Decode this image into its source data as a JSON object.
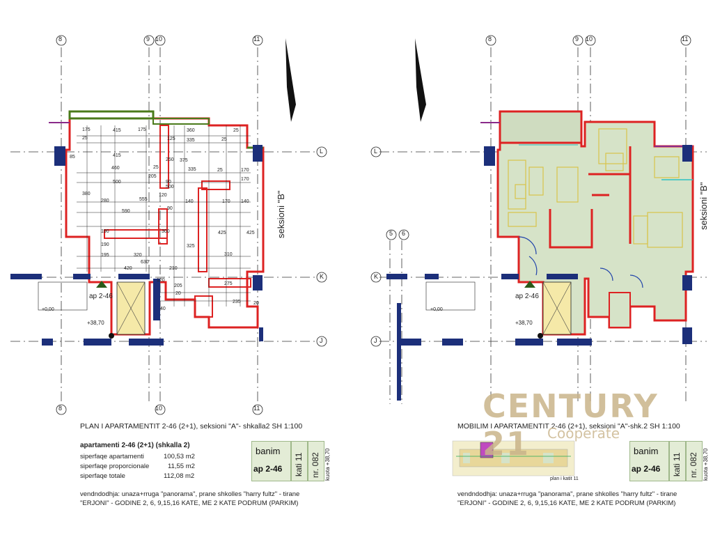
{
  "grid_labels": {
    "c8": "8",
    "c9": "9",
    "c10": "10",
    "c11": "11",
    "rL": "L",
    "rK": "K",
    "rJ": "J",
    "c5": "5",
    "c6": "6"
  },
  "left_plan": {
    "section_label": "seksioni \"B\"",
    "apartment_tag": "ap 2-46",
    "level_mark_1": "+0,00",
    "level_mark_2": "+38,70",
    "dims": [
      "175",
      "415",
      "175",
      "360",
      "25",
      "25",
      "25",
      "415",
      "125",
      "335",
      "85",
      "460",
      "335",
      "25",
      "170",
      "250",
      "170",
      "500",
      "500",
      "375",
      "90",
      "140",
      "170",
      "140",
      "380",
      "555",
      "205",
      "25",
      "90",
      "280",
      "590",
      "120",
      "190",
      "300",
      "425",
      "425",
      "310",
      "320",
      "325",
      "190",
      "195",
      "630",
      "420",
      "210",
      "120",
      "205",
      "275",
      "20",
      "20",
      "235",
      "40"
    ]
  },
  "left_title": "PLAN I APARTAMENTIT 2-46 (2+1), seksioni \"A\"- shkalla2  SH 1:100",
  "right_title": "MOBILIM I APARTAMENTIT 2-46 (2+1), seksioni \"A\"-shk.2  SH 1:100",
  "apartment": {
    "heading": "apartamenti 2-46 (2+1) (shkalla 2)",
    "rows": [
      {
        "label": "siperfaqe apartamenti",
        "value": "100,53 m2"
      },
      {
        "label": "siperfaqe proporcionale",
        "value": "11,55 m2"
      },
      {
        "label": "siperfaqe totale",
        "value": "112,08 m2"
      }
    ]
  },
  "location": {
    "line1": "vendndodhja: unaza+rruga \"panorama\", prane shkolles \"harry fultz\" - tirane",
    "line2": "\"ERJONI\" - GODINE 2, 6, 9,15,16 KATE, ME 2 KATE PODRUM (PARKIM)"
  },
  "stamp": {
    "banim": "banim",
    "ap": "ap 2-46",
    "kati": "kati 11",
    "nr": "nr. 082",
    "kuota": "kuota +38,70"
  },
  "right_plan": {
    "section_label": "seksioni \"B\"",
    "apartment_tag": "ap 2-46",
    "level_mark_1": "+0,00",
    "level_mark_2": "+38,70",
    "keyplan_label": "plan i katit 11"
  },
  "brand": {
    "name": "CENTURY 21",
    "sub": "Cooperate"
  },
  "colors": {
    "wall": "#dd2222",
    "column": "#1c2f7a",
    "fill": "#d6e3c8",
    "stamp": "#e3ecd6",
    "brand": "#c9b48a"
  }
}
